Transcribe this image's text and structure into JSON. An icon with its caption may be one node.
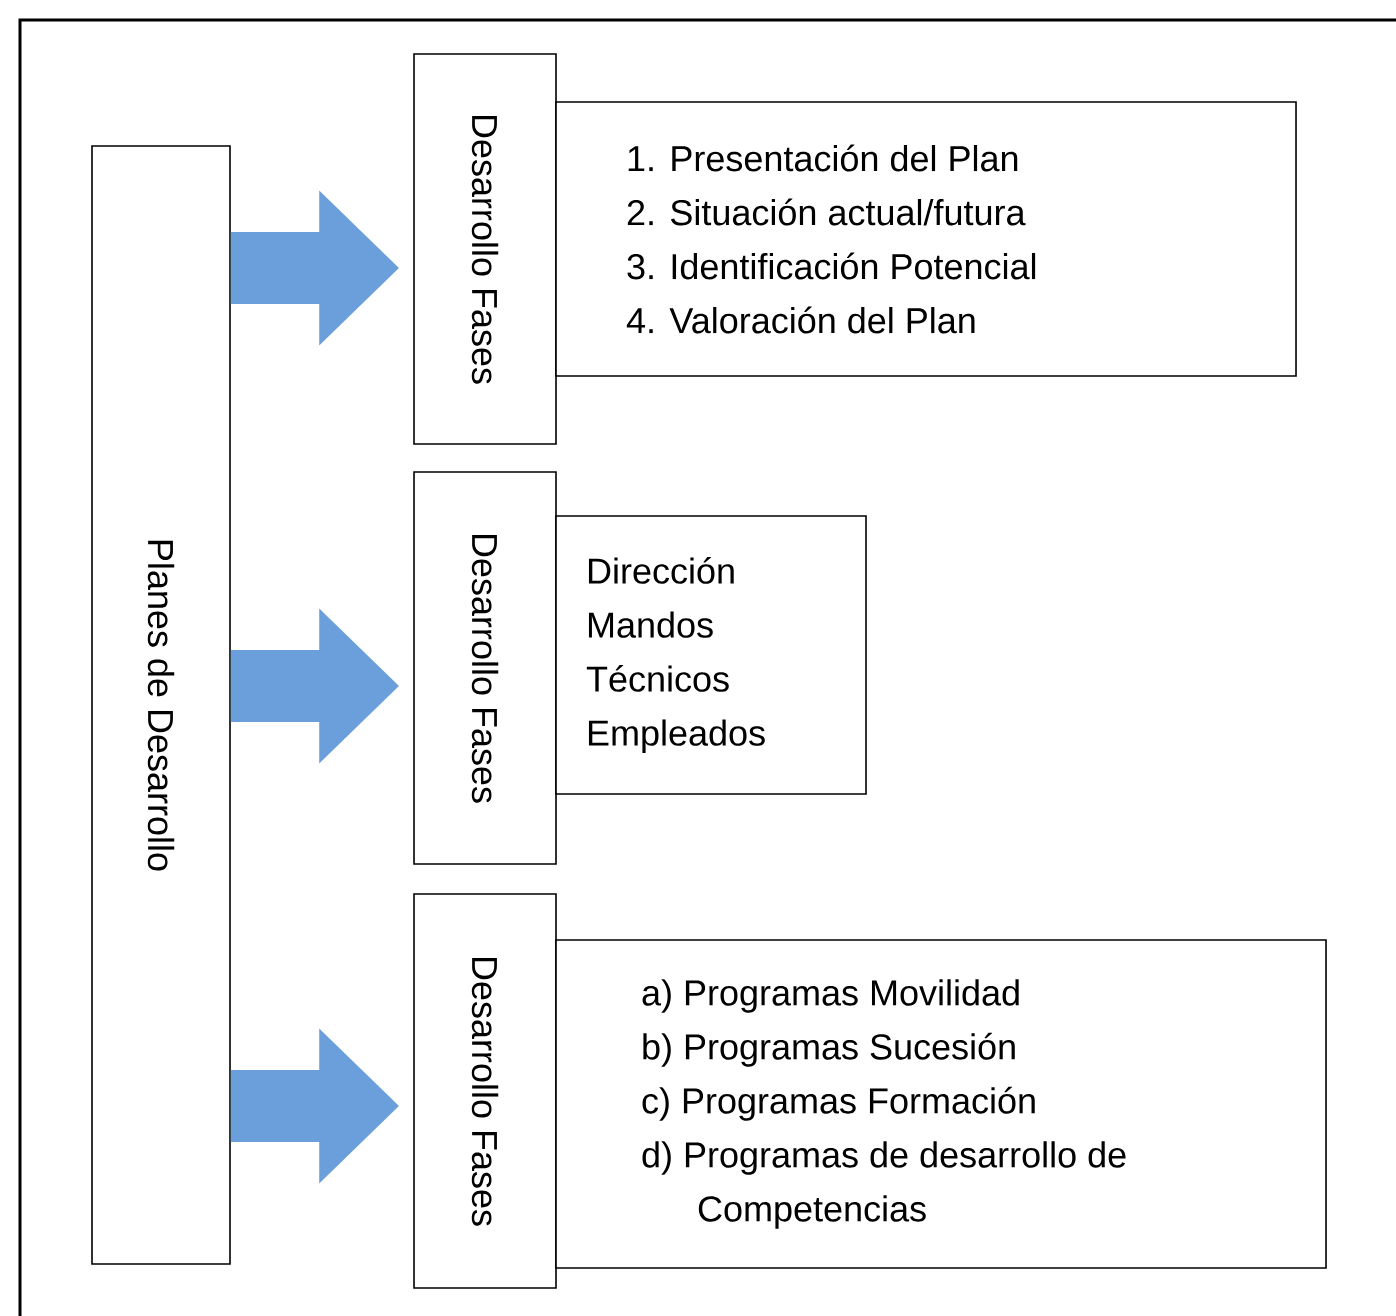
{
  "diagram": {
    "nodes": [
      {
        "text": [
          "Planes de Desarrollo"
        ]
      },
      {
        "text": [
          "Desarrollo Fases"
        ]
      },
      {
        "text": [
          "1. Presentación del Plan",
          "2. Situación actual/futura",
          "3. Identificación Potencial",
          "4. Valoración del Plan"
        ]
      },
      {
        "text": [
          "Desarrollo Fases"
        ]
      },
      {
        "text": [
          "Dirección",
          "Mandos",
          "Técnicos",
          "Empleados"
        ]
      },
      {
        "text": [
          "Desarrollo Fases"
        ]
      },
      {
        "text": [
          "a) Programas Movilidad",
          "b) Programas Sucesión",
          "c) Programas Formación",
          "d) Programas de desarrollo de Competencias"
        ]
      }
    ],
    "edges": [
      {
        "from": 0,
        "to": 1,
        "arrow": "to"
      },
      {
        "from": 0,
        "to": 3,
        "arrow": "to"
      },
      {
        "from": 0,
        "to": 5,
        "arrow": "to"
      }
    ]
  }
}
